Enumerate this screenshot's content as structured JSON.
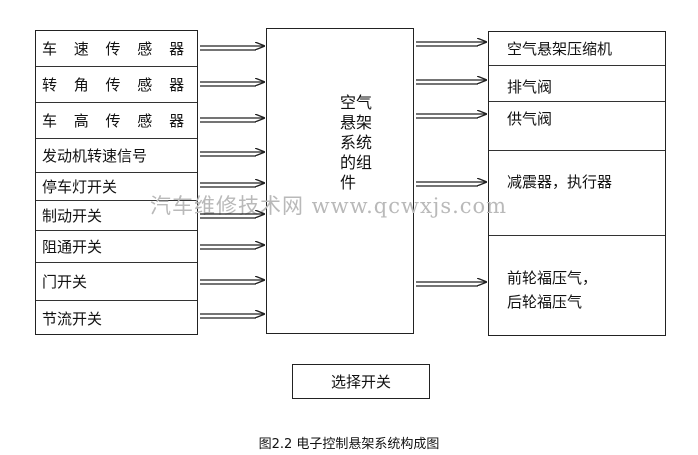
{
  "inputs": [
    "车 速 传 感 器",
    "转 角 传 感 器",
    "车 高 传 感 器",
    "发动机转速信号",
    "停车灯开关",
    "制动开关",
    "阻通开关",
    "门开关",
    "节流开关"
  ],
  "center": {
    "lines": [
      "空气",
      "悬架",
      "系统",
      "的组",
      "件"
    ]
  },
  "outputs": [
    "空气悬架压缩机",
    "排气阀",
    "供气阀",
    "减震器，执行器",
    "前轮福压气，",
    "后轮福压气"
  ],
  "select_switch": "选择开关",
  "caption": "图2.2 电子控制悬架系统构成图",
  "watermark": "汽车维修技术网 www.qcwxjs.com"
}
